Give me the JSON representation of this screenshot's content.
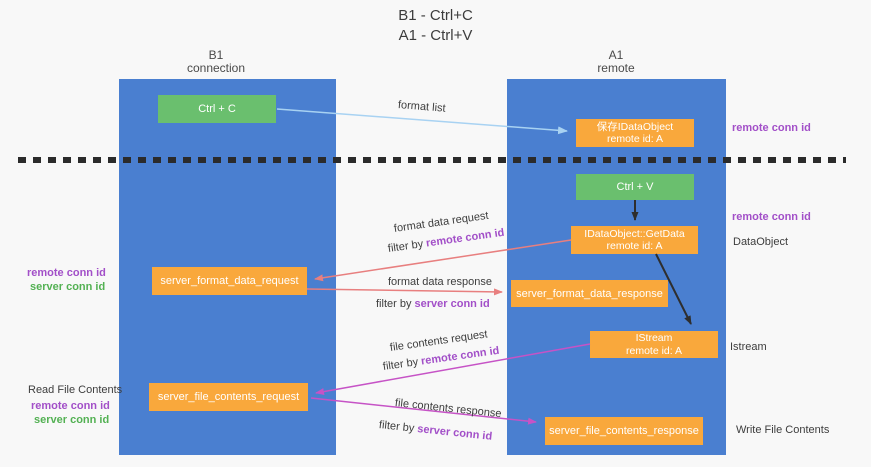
{
  "colors": {
    "column_blue": "#4a7fd0",
    "box_green": "#6abf6e",
    "box_orange": "#f9a83c",
    "arrow_blue": "#a8d2f2",
    "arrow_black": "#2e2e2e",
    "arrow_red": "#e87f7f",
    "arrow_magenta": "#c653c6",
    "text_purple": "#a24fc8",
    "text_green": "#53b153"
  },
  "title": {
    "line1": "B1 - Ctrl+C",
    "line2": "A1 - Ctrl+V"
  },
  "columns": {
    "left": {
      "header1": "B1",
      "header2": "connection"
    },
    "right": {
      "header1": "A1",
      "header2": "remote"
    }
  },
  "boxes": {
    "ctrl_c": "Ctrl + C",
    "ctrl_v": "Ctrl + V",
    "save_obj": {
      "line1": "保存IDataObject",
      "line2": "remote id: A"
    },
    "getdata": {
      "line1": "IDataObject::GetData",
      "line2": "remote id: A"
    },
    "istream": {
      "line1": "IStream",
      "line2": "remote id: A"
    },
    "format_request": "server_format_data_request",
    "format_response": "server_format_data_response",
    "file_request": "server_file_contents_request",
    "file_response": "server_file_contents_response"
  },
  "arrow_labels": {
    "format_list": "format list",
    "format_request": "format data request",
    "format_request_filter_prefix": "filter by ",
    "format_request_filter_key": "remote conn id",
    "format_response": "format data response",
    "format_response_filter_prefix": "filter by ",
    "format_response_filter_key": "server conn id",
    "file_request": "file contents request",
    "file_request_filter_prefix": "filter by ",
    "file_request_filter_key": "remote conn id",
    "file_response": "file contents response",
    "file_response_filter_prefix": "filter by ",
    "file_response_filter_key": "server conn id"
  },
  "side_labels": {
    "right_remote_conn_top": "remote conn id",
    "right_remote_conn_mid": "remote conn id",
    "right_dataobject": "DataObject",
    "right_istream": "Istream",
    "right_write_file": "Write File Contents",
    "left_remote_conn_top": "remote conn id",
    "left_server_conn_top": "server conn id",
    "left_read_file": "Read File Contents",
    "left_remote_conn_bottom": "remote conn id",
    "left_server_conn_bottom": "server conn id"
  }
}
